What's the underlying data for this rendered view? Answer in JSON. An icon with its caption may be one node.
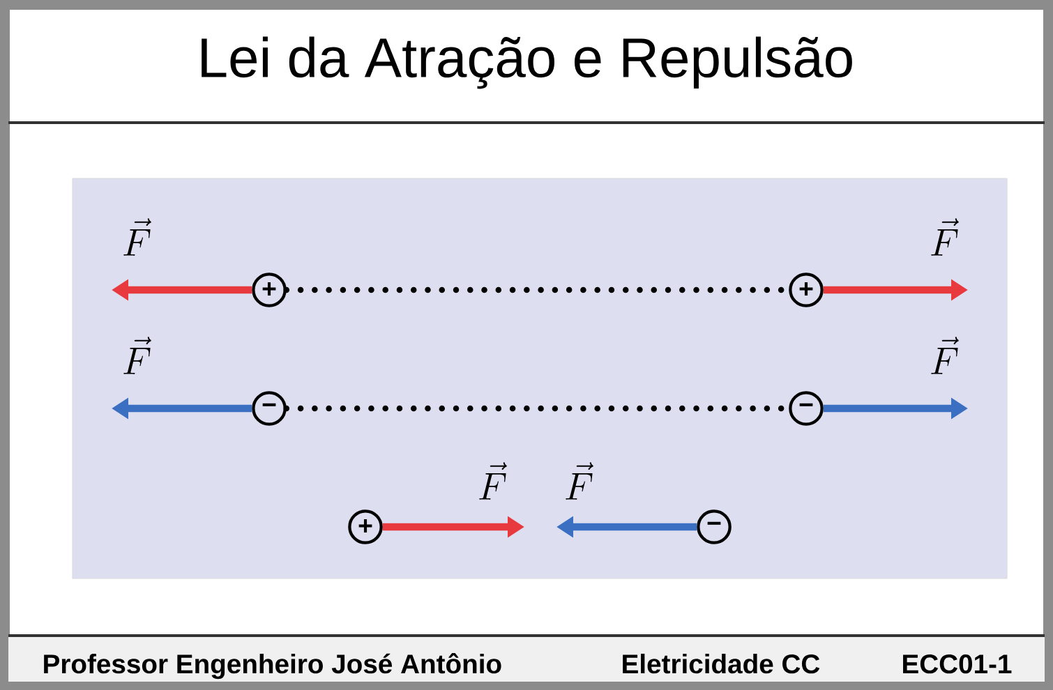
{
  "diagram": {
    "title": "Lei da Atração e Repulsão",
    "nodes": [
      {
        "text": [
          "+"
        ]
      },
      {
        "text": [
          "+"
        ]
      },
      {
        "text": [
          "−"
        ]
      },
      {
        "text": [
          "−"
        ]
      },
      {
        "text": [
          "+"
        ]
      },
      {
        "text": [
          "−"
        ]
      }
    ],
    "edges": [
      {
        "from": 0,
        "to": 1,
        "arrow": "none",
        "style": "dashed",
        "color": "#000000"
      },
      {
        "from": 0,
        "to": null,
        "arrow": "to",
        "color": "#e8393e",
        "label": "\\vec{F}"
      },
      {
        "from": 1,
        "to": null,
        "arrow": "to",
        "color": "#e8393e",
        "label": "\\vec{F}"
      },
      {
        "from": 2,
        "to": 3,
        "arrow": "none",
        "style": "dashed",
        "color": "#000000"
      },
      {
        "from": 2,
        "to": null,
        "arrow": "to",
        "color": "#3a6fc2",
        "label": "\\vec{F}"
      },
      {
        "from": 3,
        "to": null,
        "arrow": "to",
        "color": "#3a6fc2",
        "label": "\\vec{F}"
      },
      {
        "from": 4,
        "to": null,
        "arrow": "to",
        "color": "#e8393e",
        "label": "\\vec{F}"
      },
      {
        "from": 5,
        "to": null,
        "arrow": "to",
        "color": "#3a6fc2",
        "label": "\\vec{F}"
      }
    ],
    "labels": [
      "Professor Engenheiro José Antônio",
      "Eletricidade CC",
      "ECC01-1"
    ]
  }
}
